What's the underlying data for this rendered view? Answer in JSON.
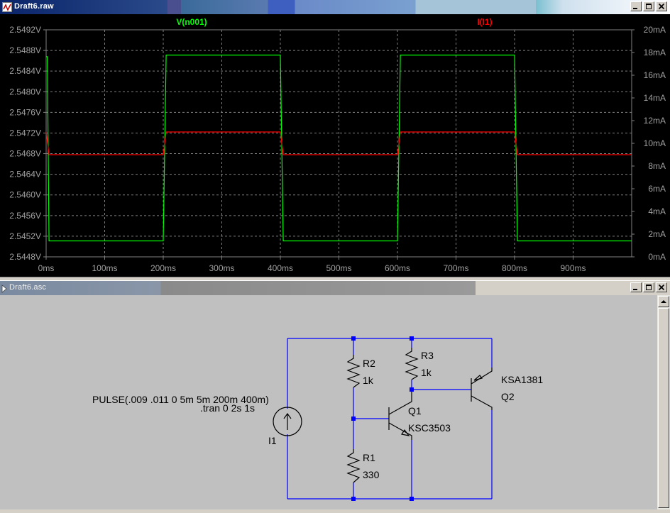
{
  "waveform_window": {
    "title": "Draft6.raw",
    "icon": "waveform-window-icon"
  },
  "schematic_window": {
    "title": "Draft6.asc",
    "icon": "schematic-window-icon"
  },
  "window_buttons": {
    "minimize": "minimize-icon",
    "restore": "restore-icon",
    "close": "close-icon"
  },
  "colors": {
    "voltage_trace": "#00ff00",
    "current_trace": "#ff0000",
    "wire": "#0000ff",
    "plot_bg": "#000000",
    "schematic_bg": "#c0c0c0"
  },
  "chart_data": {
    "type": "line",
    "xlabel": "",
    "x_ticks": [
      "0ms",
      "100ms",
      "200ms",
      "300ms",
      "400ms",
      "500ms",
      "600ms",
      "700ms",
      "800ms",
      "900ms"
    ],
    "xlim": [
      0,
      1000
    ],
    "y_left_ticks": [
      "2.5448V",
      "2.5452V",
      "2.5456V",
      "2.5460V",
      "2.5464V",
      "2.5468V",
      "2.5472V",
      "2.5476V",
      "2.5480V",
      "2.5484V",
      "2.5488V",
      "2.5492V"
    ],
    "y_left_lim": [
      2.5448,
      2.5492
    ],
    "y_right_ticks": [
      "0mA",
      "2mA",
      "4mA",
      "6mA",
      "8mA",
      "10mA",
      "12mA",
      "14mA",
      "16mA",
      "18mA",
      "20mA"
    ],
    "y_right_lim": [
      0,
      20
    ],
    "grid": true,
    "series": [
      {
        "name": "V(n001)",
        "axis": "left",
        "color": "#00ff00",
        "x": [
          0,
          2,
          5,
          200,
          205,
          400,
          405,
          600,
          605,
          800,
          805,
          1000
        ],
        "y": [
          2.54868,
          2.54868,
          2.54511,
          2.54511,
          2.54871,
          2.54871,
          2.54511,
          2.54511,
          2.54871,
          2.54871,
          2.54511,
          2.54511
        ]
      },
      {
        "name": "I(I1)",
        "axis": "right",
        "color": "#ff0000",
        "x": [
          0,
          0.1,
          5,
          200,
          205,
          400,
          405,
          600,
          605,
          800,
          805,
          1000
        ],
        "y": [
          11,
          11,
          9,
          9,
          11,
          11,
          9,
          9,
          11,
          11,
          9,
          9
        ]
      }
    ]
  },
  "schematic": {
    "pulse_directive": "PULSE(.009 .011 0 5m 5m 200m 400m)",
    "tran_directive": ".tran 0 2s 1s",
    "I1": {
      "name": "I1"
    },
    "R1": {
      "name": "R1",
      "value": "330"
    },
    "R2": {
      "name": "R2",
      "value": "1k"
    },
    "R3": {
      "name": "R3",
      "value": "1k"
    },
    "Q1": {
      "name": "Q1",
      "model": "KSC3503"
    },
    "Q2": {
      "name": "Q2",
      "model": "KSA1381"
    }
  }
}
